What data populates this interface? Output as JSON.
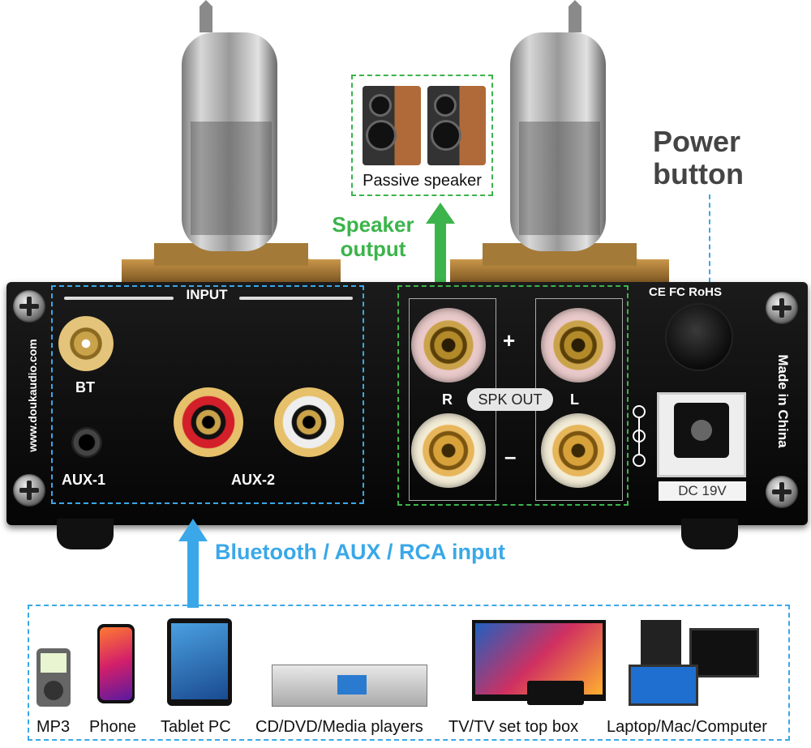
{
  "panel": {
    "input_title": "INPUT",
    "bt_label": "BT",
    "aux1_label": "AUX-1",
    "aux2_label": "AUX-2",
    "spk_out_label": "SPK OUT",
    "r_label": "R",
    "l_label": "L",
    "plus_label": "+",
    "minus_label": "–",
    "cert_label": "CE FC RoHS",
    "made_in": "Made in China",
    "website": "www.doukaudio.com",
    "dc_label": "DC 19V"
  },
  "callouts": {
    "passive_speaker": "Passive speaker",
    "speaker_output_line1": "Speaker",
    "speaker_output_line2": "output",
    "power_line1": "Power",
    "power_line2": "button",
    "input_caption": "Bluetooth / AUX / RCA input"
  },
  "devices": [
    {
      "label": "MP3"
    },
    {
      "label": "Phone"
    },
    {
      "label": "Tablet PC"
    },
    {
      "label": "CD/DVD/Media players"
    },
    {
      "label": "TV/TV set top box"
    },
    {
      "label": "Laptop/Mac/Computer"
    }
  ],
  "colors": {
    "input_blue": "#3aa8e8",
    "output_green": "#3cb44b",
    "brass": "#b8863a"
  }
}
